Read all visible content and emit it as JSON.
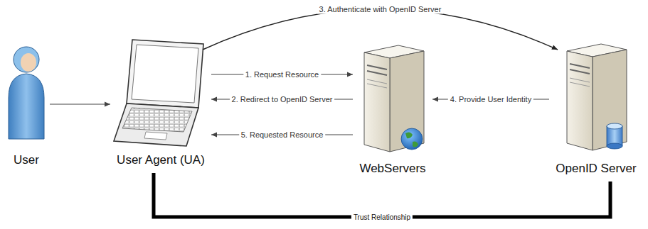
{
  "diagram": {
    "nodes": [
      {
        "text": [
          "User"
        ]
      },
      {
        "text": [
          "User Agent (UA)"
        ]
      },
      {
        "text": [
          "WebServers"
        ]
      },
      {
        "text": [
          "OpenID Server"
        ]
      }
    ],
    "edges": [
      {
        "from": 0,
        "to": 1,
        "arrow": "to"
      },
      {
        "from": 1,
        "to": 2,
        "label": "1. Request Resource",
        "arrow": "to"
      },
      {
        "from": 2,
        "to": 1,
        "label": "2. Redirect to OpenID Server",
        "arrow": "to"
      },
      {
        "from": 1,
        "to": 3,
        "label": "3. Authenticate with OpenID Server",
        "arrow": "to"
      },
      {
        "from": 3,
        "to": 2,
        "label": "4. Provide User Identity",
        "arrow": "to"
      },
      {
        "from": 2,
        "to": 1,
        "label": "5. Requested Resource",
        "arrow": "to"
      },
      {
        "from": 1,
        "to": 3,
        "label": "Trust Relationship",
        "arrow": "none"
      }
    ]
  }
}
